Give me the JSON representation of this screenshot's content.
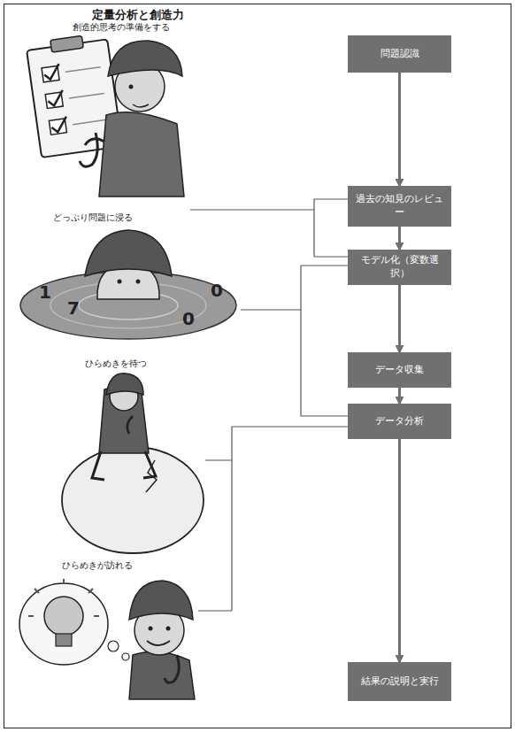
{
  "diagram": {
    "title": "定量分析と創造力",
    "nodes": [
      {
        "text": [
          "問題認識"
        ]
      },
      {
        "text": [
          "過去の知見のレビュー"
        ]
      },
      {
        "text": [
          "モデル化（変数選択）"
        ]
      },
      {
        "text": [
          "データ収集"
        ]
      },
      {
        "text": [
          "データ分析"
        ]
      },
      {
        "text": [
          "結果の説明と実行"
        ]
      }
    ],
    "edges": [
      {
        "from": 0,
        "to": 1,
        "arrow": "to"
      },
      {
        "from": 1,
        "to": 2,
        "arrow": "to"
      },
      {
        "from": 2,
        "to": 3,
        "arrow": "to"
      },
      {
        "from": 3,
        "to": 4,
        "arrow": "to"
      },
      {
        "from": 4,
        "to": 5,
        "arrow": "to"
      }
    ],
    "labels": [
      "創造的思考の準備をする",
      "どっぷり問題に浸る",
      "1",
      "7",
      "0",
      "0",
      "ひらめきを待つ",
      "ひらめきが訪れる"
    ]
  }
}
